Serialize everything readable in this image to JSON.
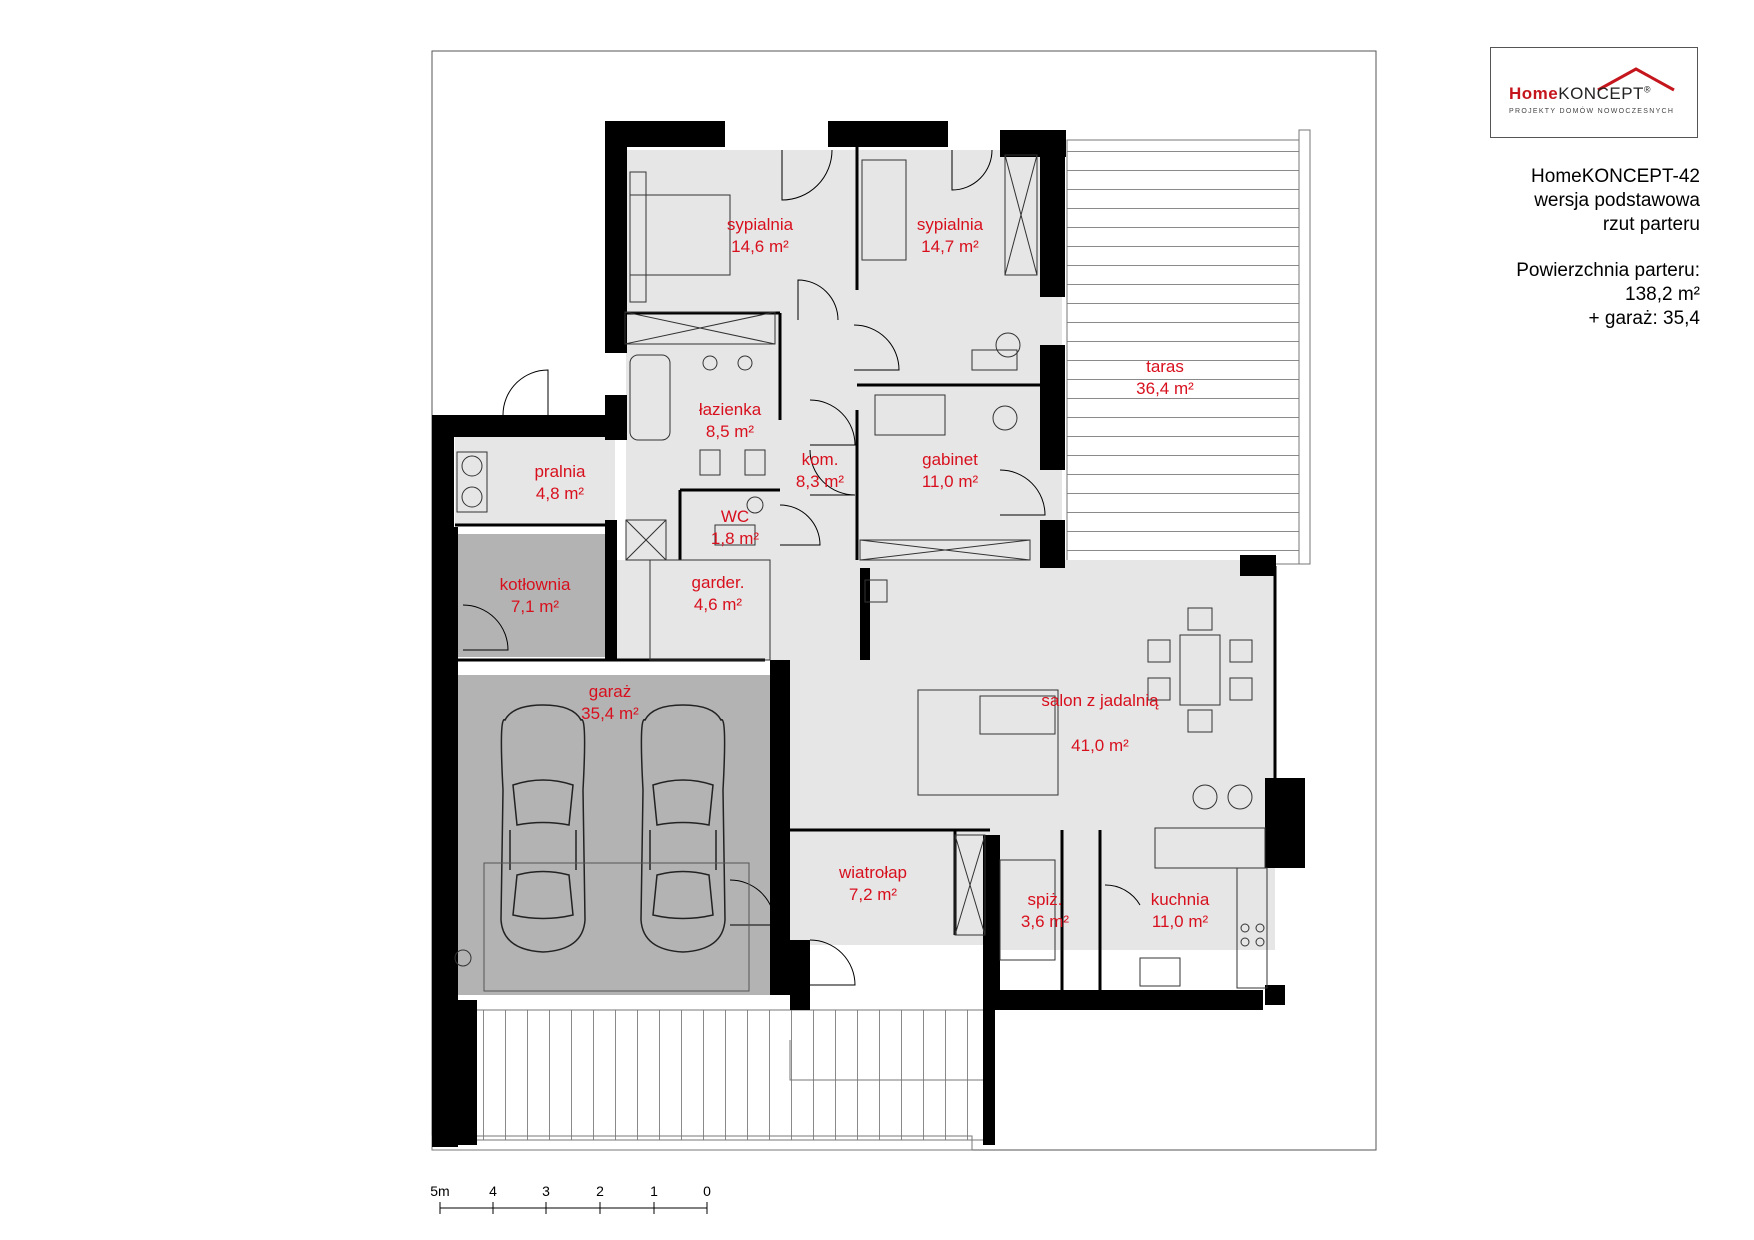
{
  "logo": {
    "brand_home": "Home",
    "brand_koncept": "KONCEPT",
    "registered": "®",
    "tagline": "PROJEKTY DOMÓW NOWOCZESNYCH"
  },
  "project": {
    "name": "HomeKONCEPT-42",
    "version": "wersja podstawowa",
    "view": "rzut parteru",
    "area_title": "Powierzchnia parteru:",
    "area_value": "138,2 m²",
    "garage_area": "+ garaż: 35,4"
  },
  "rooms": [
    {
      "name": "sypialnia",
      "area": "14,6 m²"
    },
    {
      "name": "sypialnia",
      "area": "14,7 m²"
    },
    {
      "name": "łazienka",
      "area": "8,5 m²"
    },
    {
      "name": "pralnia",
      "area": "4,8 m²"
    },
    {
      "name": "kom.",
      "area": "8,3 m²"
    },
    {
      "name": "gabinet",
      "area": "11,0 m²"
    },
    {
      "name": "WC",
      "area": "1,8 m²"
    },
    {
      "name": "kotłownia",
      "area": "7,1 m²"
    },
    {
      "name": "garder.",
      "area": "4,6 m²"
    },
    {
      "name": "taras",
      "area": "36,4 m²"
    },
    {
      "name": "garaż",
      "area": "35,4 m²"
    },
    {
      "name": "salon z jadalnią",
      "area": "41,0 m²"
    },
    {
      "name": "wiatrołap",
      "area": "7,2 m²"
    },
    {
      "name": "spiż.",
      "area": "3,6 m²"
    },
    {
      "name": "kuchnia",
      "area": "11,0 m²"
    }
  ],
  "scale": {
    "ticks": [
      "0",
      "1",
      "2",
      "3",
      "4",
      "5m"
    ]
  },
  "colors": {
    "wall": "#000000",
    "label": "#d8101e",
    "floor": "#e6e6e6",
    "garage_floor": "#b3b3b3"
  }
}
